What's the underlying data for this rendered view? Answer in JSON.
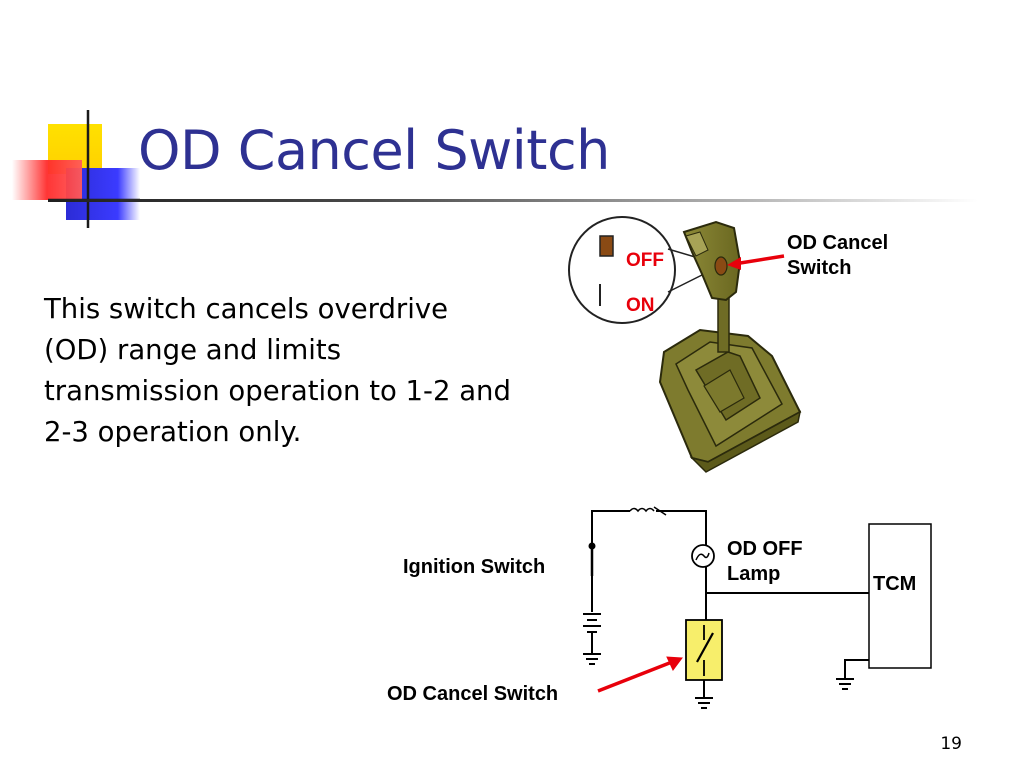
{
  "slide": {
    "title": "OD Cancel Switch",
    "body": "This switch cancels overdrive (OD) range and limits transmission operation to 1-2 and 2-3 operation only.",
    "page_number": "19"
  },
  "shifter_figure": {
    "off_label": "OFF",
    "on_label": "ON",
    "callout_line1": "OD Cancel",
    "callout_line2": "Switch"
  },
  "circuit": {
    "ignition_label": "Ignition Switch",
    "lamp_line1": "OD OFF",
    "lamp_line2": "Lamp",
    "tcm_label": "TCM",
    "switch_label": "OD Cancel Switch"
  },
  "colors": {
    "title": "#2e3192",
    "accent_red": "#e8000b",
    "switch_fill": "#f7ee6b",
    "shifter_olive": "#7d7a2b"
  }
}
